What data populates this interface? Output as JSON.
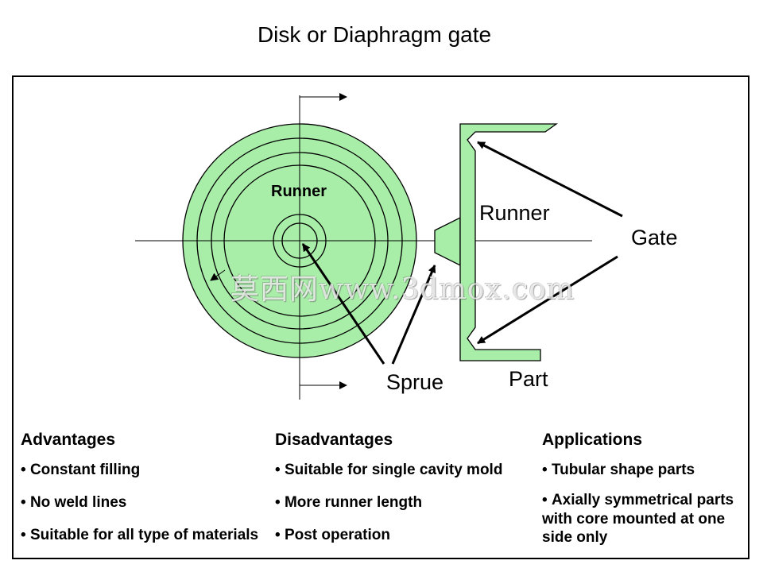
{
  "title": "Disk or Diaphragm gate",
  "diagram": {
    "labels": {
      "runner_disk": "Runner",
      "runner_side": "Runner",
      "gate": "Gate",
      "sprue": "Sprue",
      "part": "Part"
    },
    "colors": {
      "fill": "#a8eea8",
      "stroke": "#000000"
    },
    "watermark": "莫西网www.3dmox.com"
  },
  "advantages": {
    "heading": "Advantages",
    "items": [
      "Constant filling",
      "No weld lines",
      "Suitable for all type of materials"
    ]
  },
  "disadvantages": {
    "heading": "Disadvantages",
    "items": [
      "Suitable for single cavity mold",
      "More runner length",
      "Post operation"
    ]
  },
  "applications": {
    "heading": "Applications",
    "items": [
      "Tubular shape parts",
      "Axially symmetrical parts with core mounted at one side only"
    ]
  }
}
